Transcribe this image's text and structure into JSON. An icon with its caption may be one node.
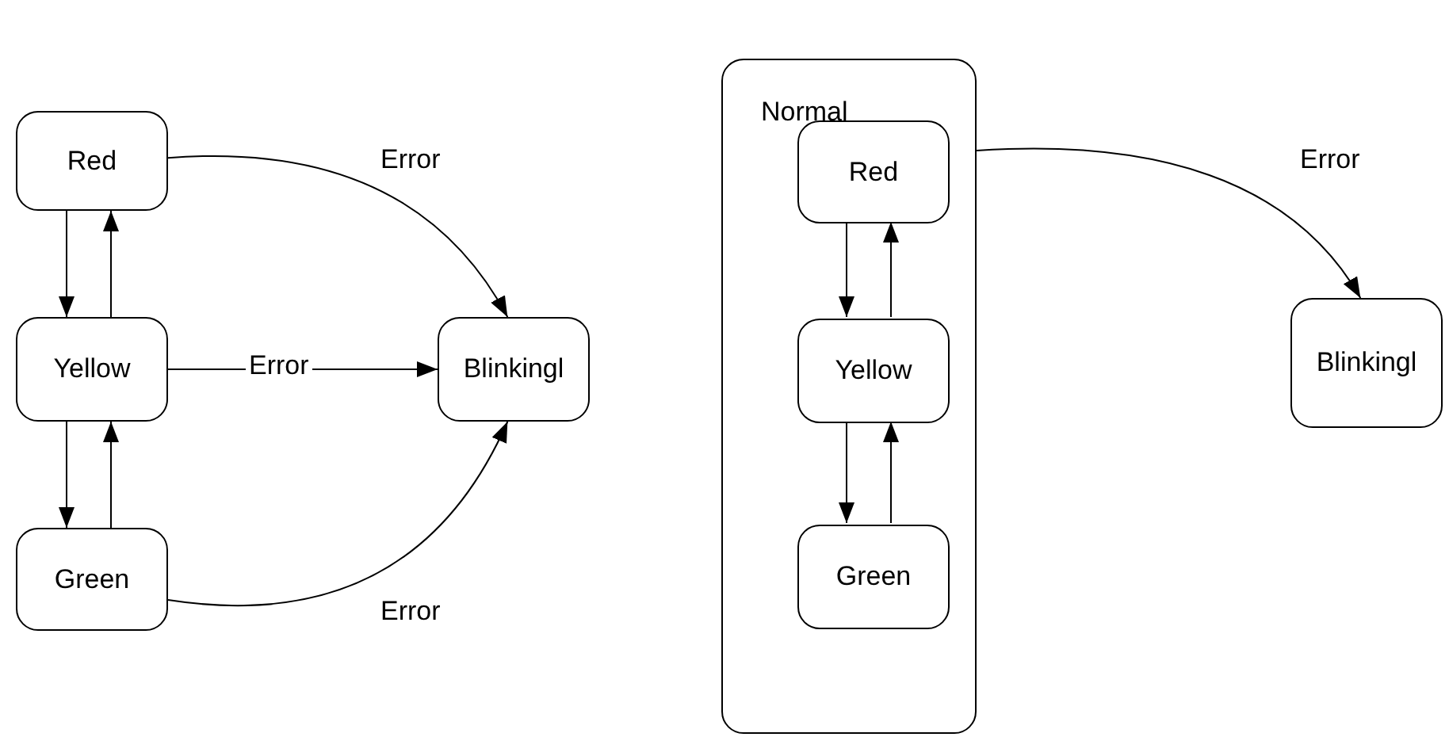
{
  "diagram": {
    "nodes": [
      {
        "text": [
          "Red"
        ]
      },
      {
        "text": [
          "Yellow"
        ]
      },
      {
        "text": [
          "Green"
        ]
      },
      {
        "text": [
          "Blinkingl"
        ]
      },
      {
        "text": [
          "Normal"
        ]
      },
      {
        "text": [
          "Red"
        ],
        "in": 4
      },
      {
        "text": [
          "Yellow"
        ],
        "in": 4
      },
      {
        "text": [
          "Green"
        ],
        "in": 4
      },
      {
        "text": [
          "Blinkingl"
        ]
      }
    ],
    "edges": [
      {
        "from": 0,
        "to": 1,
        "arrow": "to"
      },
      {
        "from": 1,
        "to": 0,
        "arrow": "to"
      },
      {
        "from": 1,
        "to": 2,
        "arrow": "to"
      },
      {
        "from": 2,
        "to": 1,
        "arrow": "to"
      },
      {
        "from": 0,
        "to": 3,
        "arrow": "to",
        "label": "Error"
      },
      {
        "from": 1,
        "to": 3,
        "arrow": "to",
        "label": "Error"
      },
      {
        "from": 2,
        "to": 3,
        "arrow": "to",
        "label": "Error"
      },
      {
        "from": 4,
        "to": 8,
        "arrow": "to",
        "label": "Error"
      },
      {
        "from": 5,
        "to": 6,
        "arrow": "to"
      },
      {
        "from": 6,
        "to": 5,
        "arrow": "to"
      },
      {
        "from": 6,
        "to": 7,
        "arrow": "to"
      },
      {
        "from": 7,
        "to": 6,
        "arrow": "to"
      }
    ]
  }
}
